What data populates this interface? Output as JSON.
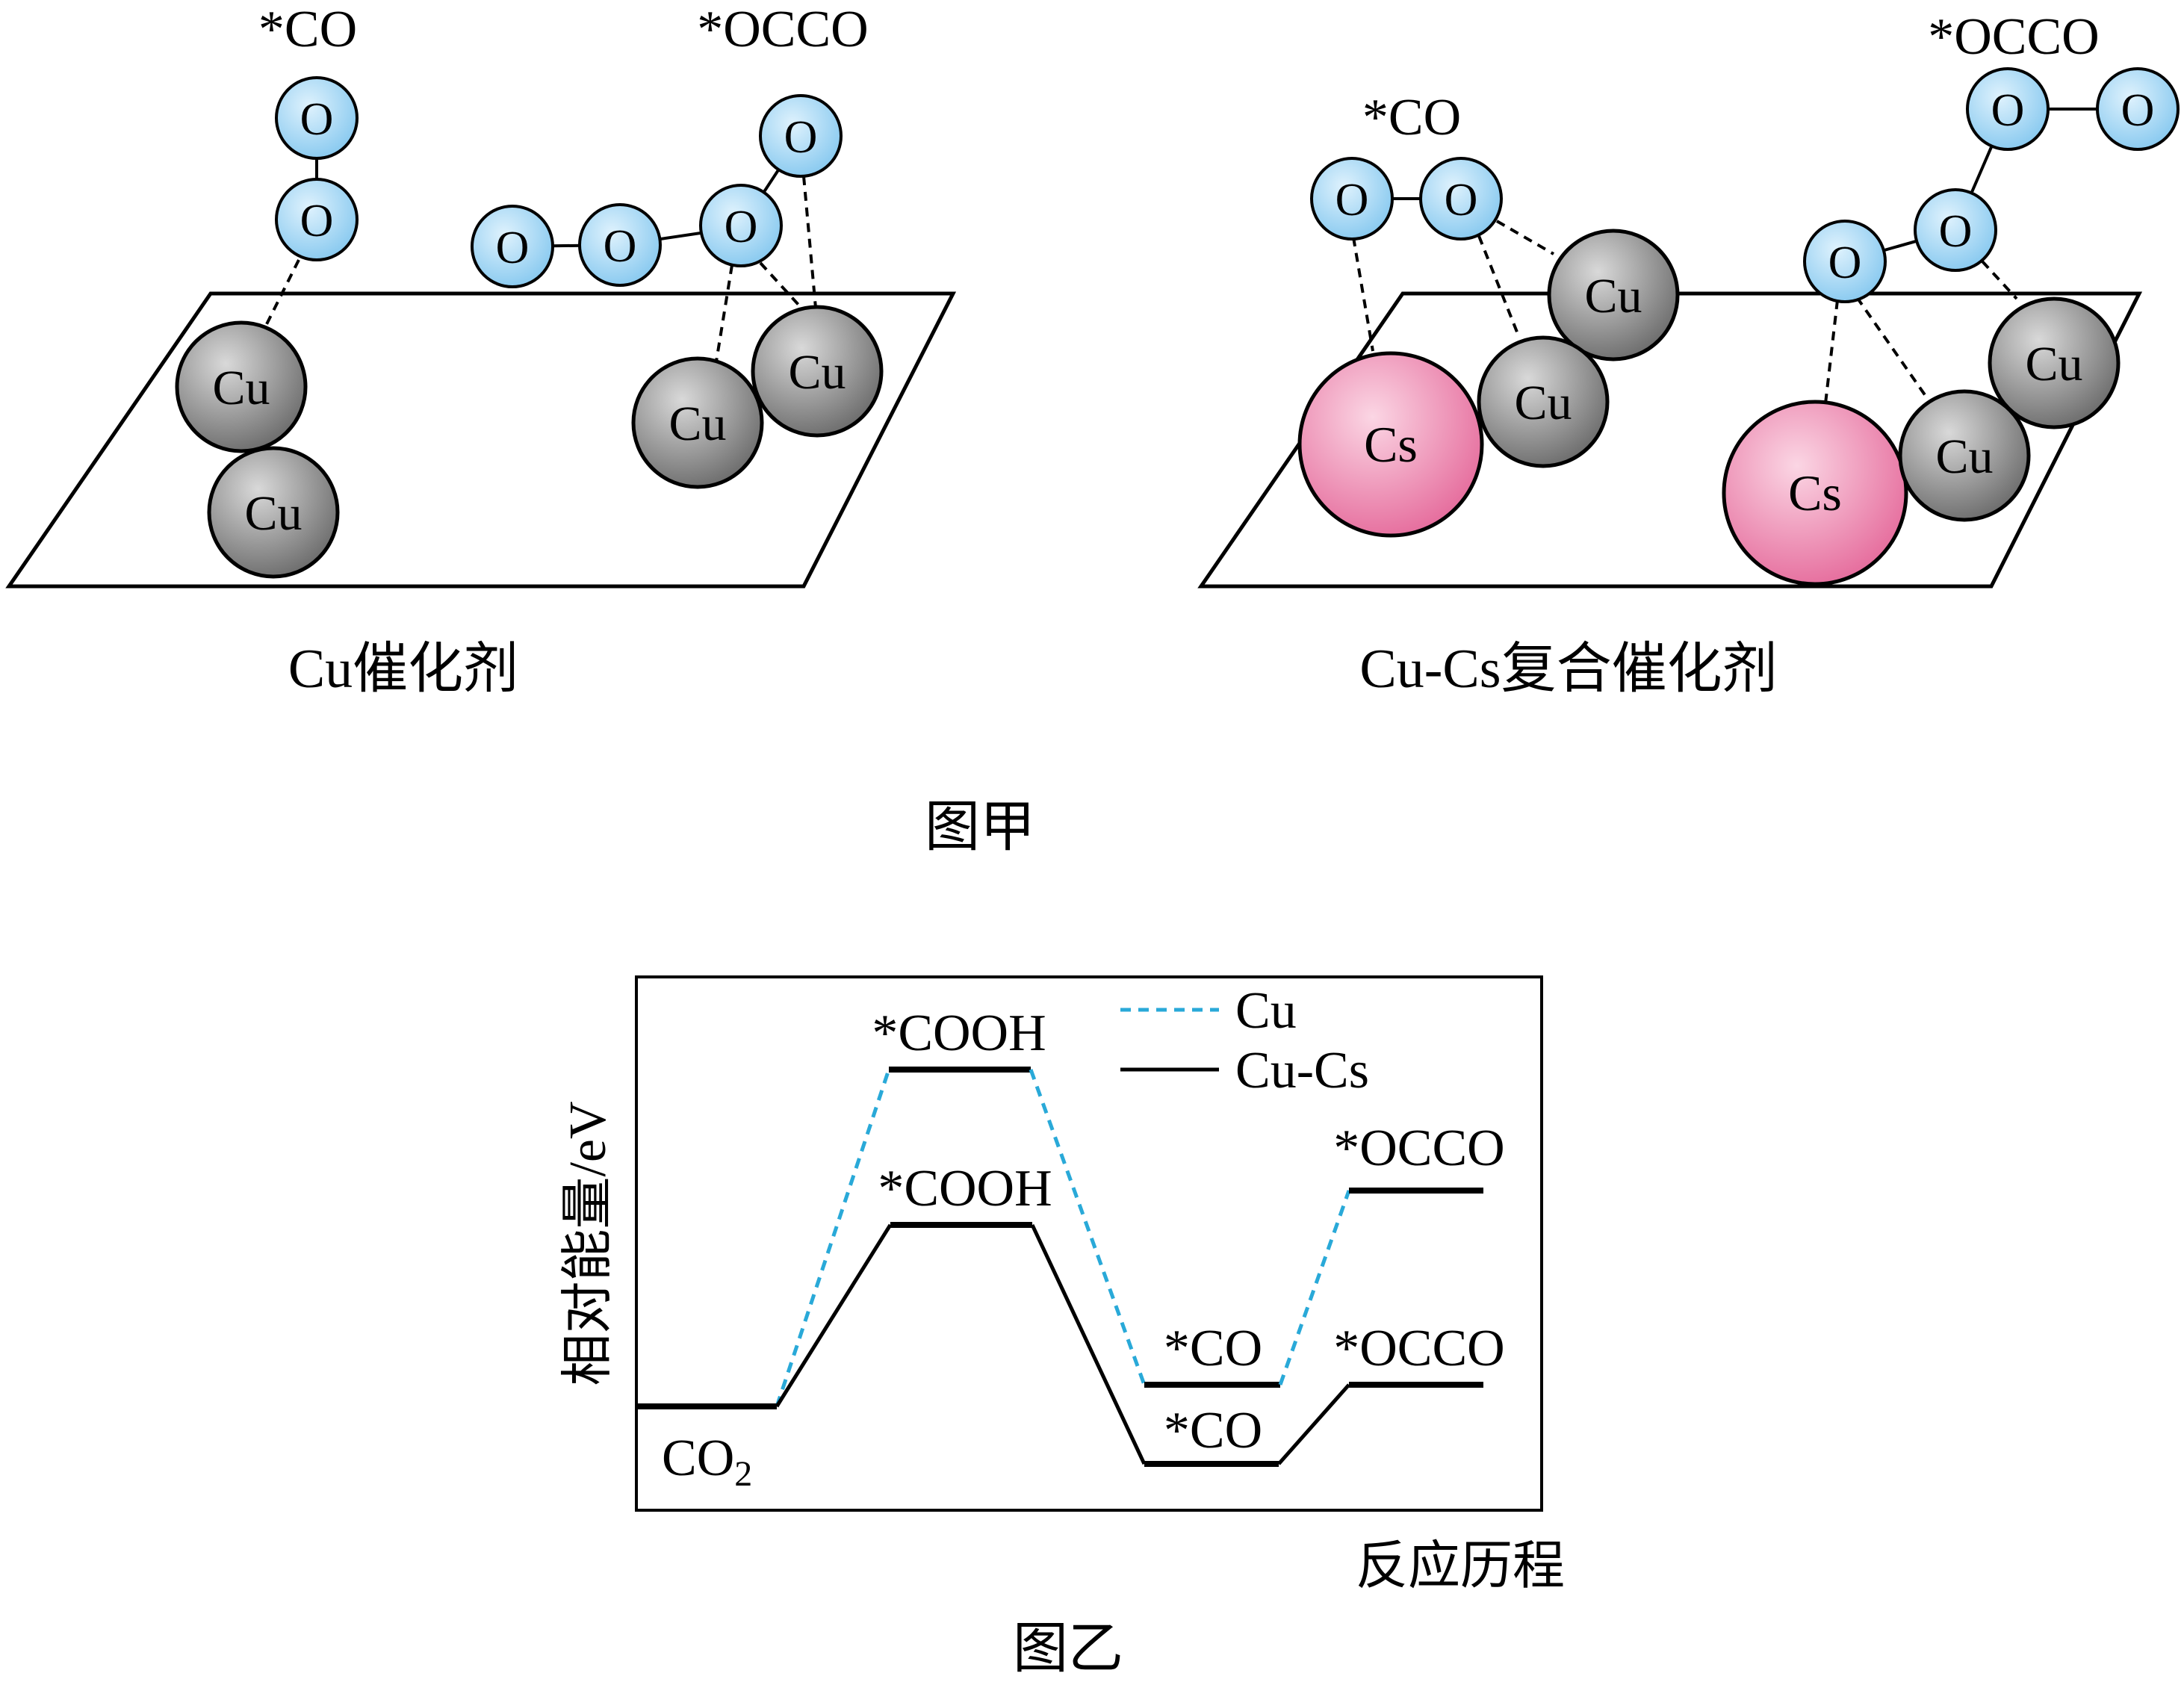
{
  "figure_a": {
    "caption": "图甲",
    "panel_cu": {
      "caption": "Cu催化剂",
      "co_label": "*CO",
      "occo_label": "*OCCO",
      "cu_atoms": [
        "Cu",
        "Cu",
        "Cu",
        "Cu"
      ],
      "o_atoms": [
        "O",
        "O",
        "O",
        "O",
        "O",
        "O"
      ]
    },
    "panel_cucs": {
      "caption": "Cu-Cs复合催化剂",
      "co_label": "*CO",
      "occo_label": "*OCCO",
      "cu_atoms": [
        "Cu",
        "Cu",
        "Cu",
        "Cu"
      ],
      "cs_atoms": [
        "Cs",
        "Cs"
      ],
      "o_atoms": [
        "O",
        "O",
        "O",
        "O",
        "O",
        "O"
      ]
    }
  },
  "figure_b": {
    "caption": "图乙",
    "ylabel": "相对能量/eV",
    "xlabel": "反应历程",
    "legend": [
      {
        "name": "Cu",
        "style": "dashed",
        "color": "#29a9d8"
      },
      {
        "name": "Cu-Cs",
        "style": "solid",
        "color": "#000000"
      }
    ],
    "start_label": "CO",
    "start_sub": "2",
    "cu_labels": {
      "cooh": "*COOH",
      "co": "*CO",
      "occo": "*OCCO"
    },
    "cucs_labels": {
      "cooh": "*COOH",
      "co": "*CO",
      "occo": "*OCCO"
    }
  },
  "colors": {
    "oxygen_fill": "#a9d9f5",
    "oxygen_stroke": "#1c5f8a",
    "copper_fill": "#8a8a8a",
    "cesium_fill": "#ec86ad",
    "cu_series": "#29a9d8",
    "cucs_series": "#000000"
  }
}
